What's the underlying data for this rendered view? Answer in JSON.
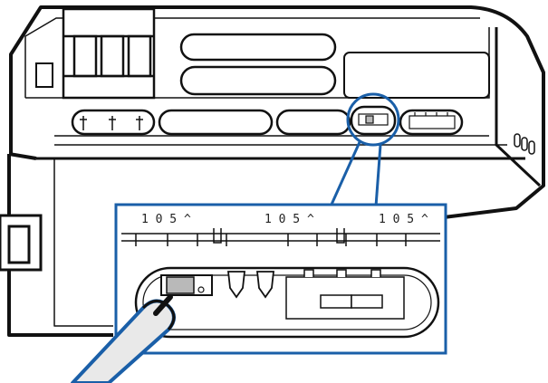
{
  "figure": {
    "device": "DIN-rail device housing (top view)",
    "callout_target": "recessed slide switch inside left slot",
    "tool": "small screwdriver / stylus"
  },
  "colors": {
    "outline": "#111111",
    "callout_blue": "#1a5fa8",
    "tool_fill": "#e9e9e9",
    "switch_fill": "#b9b9b9",
    "paper": "#ffffff"
  },
  "callout": {
    "marking_left": "1 0 5 ^",
    "marking_mid": "1 0 5 ^",
    "marking_right": "1 0 5 ^"
  }
}
